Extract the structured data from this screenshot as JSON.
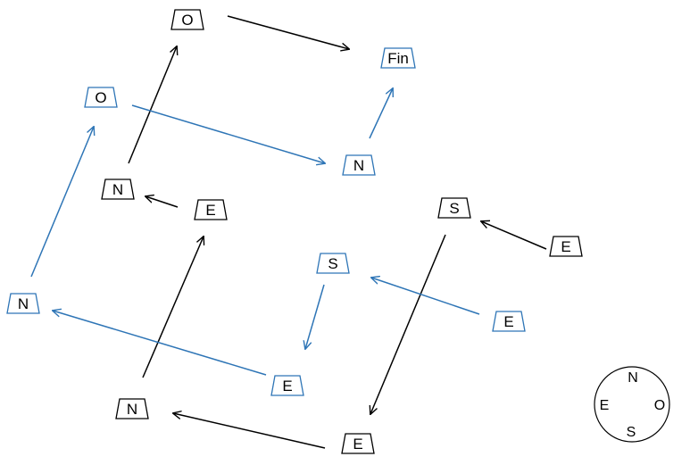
{
  "colors": {
    "black": "#000000",
    "blue": "#2E75B6",
    "fill": "#ffffff"
  },
  "nodes": [
    {
      "id": "n1",
      "label": "O",
      "color": "black"
    },
    {
      "id": "n2",
      "label": "Fin",
      "color": "blue"
    },
    {
      "id": "n3",
      "label": "O",
      "color": "blue"
    },
    {
      "id": "n4",
      "label": "N",
      "color": "blue"
    },
    {
      "id": "n5",
      "label": "N",
      "color": "black"
    },
    {
      "id": "n6",
      "label": "E",
      "color": "black"
    },
    {
      "id": "n7",
      "label": "S",
      "color": "black"
    },
    {
      "id": "n8",
      "label": "E",
      "color": "black"
    },
    {
      "id": "n9",
      "label": "S",
      "color": "blue"
    },
    {
      "id": "n10",
      "label": "N",
      "color": "blue"
    },
    {
      "id": "n11",
      "label": "E",
      "color": "blue"
    },
    {
      "id": "n12",
      "label": "E",
      "color": "blue"
    },
    {
      "id": "n13",
      "label": "N",
      "color": "black"
    },
    {
      "id": "n14",
      "label": "E",
      "color": "black"
    }
  ],
  "edges": [
    {
      "from": "n1",
      "to": "n2",
      "color": "black"
    },
    {
      "from": "n5",
      "to": "n1",
      "color": "black"
    },
    {
      "from": "n6",
      "to": "n5",
      "color": "black"
    },
    {
      "from": "n13",
      "to": "n6",
      "color": "black"
    },
    {
      "from": "n14",
      "to": "n13",
      "color": "black"
    },
    {
      "from": "n7",
      "to": "n14",
      "color": "black"
    },
    {
      "from": "n8",
      "to": "n7",
      "color": "black"
    },
    {
      "from": "n3",
      "to": "n4",
      "color": "blue"
    },
    {
      "from": "n4",
      "to": "n2",
      "color": "blue"
    },
    {
      "from": "n10",
      "to": "n3",
      "color": "blue"
    },
    {
      "from": "n11",
      "to": "n10",
      "color": "blue"
    },
    {
      "from": "n9",
      "to": "n11",
      "color": "blue"
    },
    {
      "from": "n12",
      "to": "n9",
      "color": "blue"
    }
  ],
  "compass": {
    "north": "N",
    "east": "O",
    "south": "S",
    "west": "E"
  }
}
